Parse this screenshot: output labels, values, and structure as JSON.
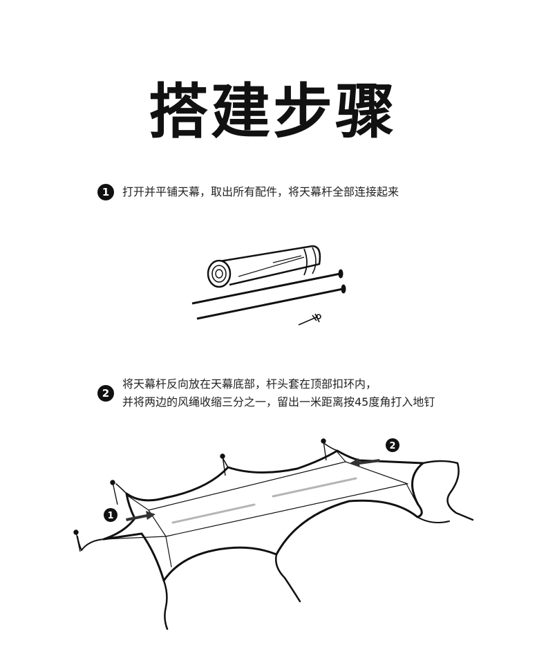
{
  "title": "搭建步骤",
  "steps": [
    {
      "number": "1",
      "lines": [
        "打开并平铺天幕，取出所有配件，将天幕杆全部连接起来"
      ]
    },
    {
      "number": "2",
      "lines": [
        "将天幕杆反向放在天幕底部，杆头套在顶部扣环内，",
        "并将两边的风绳收缩三分之一，留出一米距离按45度角打入地钉"
      ]
    }
  ],
  "callouts": {
    "left": "1",
    "right": "2"
  },
  "icons": [
    "rolled-tarp-icon",
    "tent-pole-icon",
    "ground-stake-icon",
    "canopy-tarp-icon",
    "arrow-right-icon",
    "arrow-left-icon"
  ]
}
